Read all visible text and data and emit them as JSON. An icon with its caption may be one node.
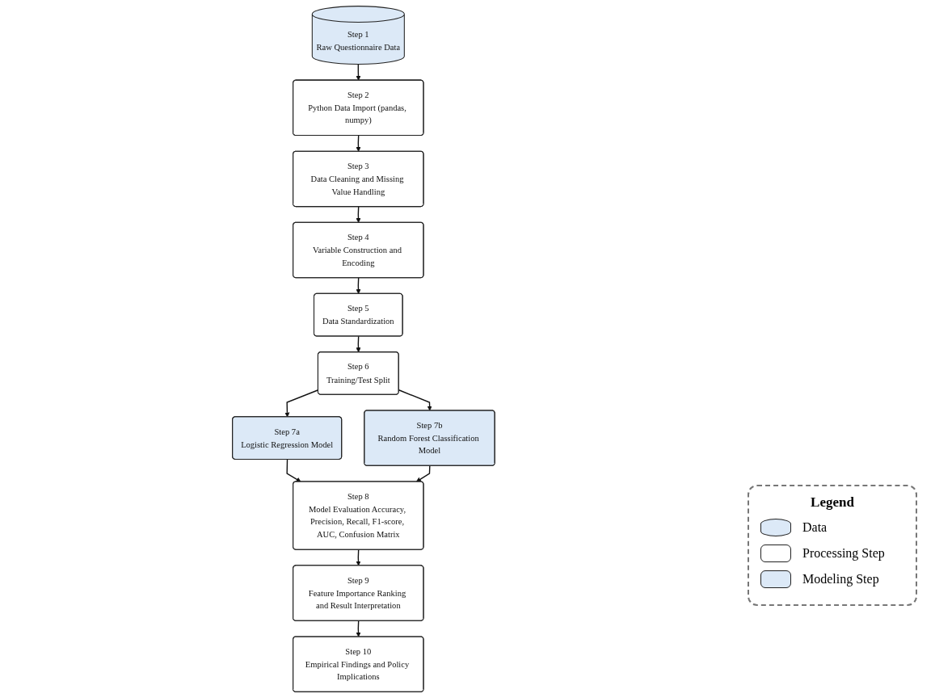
{
  "diagram": {
    "nodes": [
      {
        "text": [
          "Step 1",
          "Raw Questionnaire Data"
        ]
      },
      {
        "text": [
          "Step 2",
          "Python Data Import (pandas, numpy)"
        ]
      },
      {
        "text": [
          "Step 3",
          "Data Cleaning and Missing Value Handling"
        ]
      },
      {
        "text": [
          "Step 4",
          "Variable Construction and Encoding"
        ]
      },
      {
        "text": [
          "Step 5",
          "Data Standardization"
        ]
      },
      {
        "text": [
          "Step 6",
          "Training/Test Split"
        ]
      },
      {
        "text": [
          "Step 7a",
          "Logistic Regression Model"
        ]
      },
      {
        "text": [
          "Step 7b",
          "Random Forest Classification Model"
        ]
      },
      {
        "text": [
          "Step 8",
          "Model Evaluation Accuracy, Precision, Recall, F1-score, AUC, Confusion Matrix"
        ]
      },
      {
        "text": [
          "Step 9",
          "Feature Importance Ranking and Result Interpretation"
        ]
      },
      {
        "text": [
          "Step 10",
          "Empirical Findings and Policy Implications"
        ]
      }
    ],
    "edges": [
      {
        "from": 0,
        "to": 1,
        "arrow": "to"
      },
      {
        "from": 1,
        "to": 2,
        "arrow": "to"
      },
      {
        "from": 2,
        "to": 3,
        "arrow": "to"
      },
      {
        "from": 3,
        "to": 4,
        "arrow": "to"
      },
      {
        "from": 4,
        "to": 5,
        "arrow": "to"
      },
      {
        "from": 5,
        "to": 6,
        "arrow": "to"
      },
      {
        "from": 5,
        "to": 7,
        "arrow": "to"
      },
      {
        "from": 6,
        "to": 8,
        "arrow": "to"
      },
      {
        "from": 7,
        "to": 8,
        "arrow": "to"
      },
      {
        "from": 8,
        "to": 9,
        "arrow": "to"
      },
      {
        "from": 9,
        "to": 10,
        "arrow": "to"
      }
    ],
    "labels": [
      "Legend"
    ],
    "legend": [
      {
        "text": "Data"
      },
      {
        "text": "Processing Step"
      },
      {
        "text": "Modeling Step"
      }
    ]
  }
}
